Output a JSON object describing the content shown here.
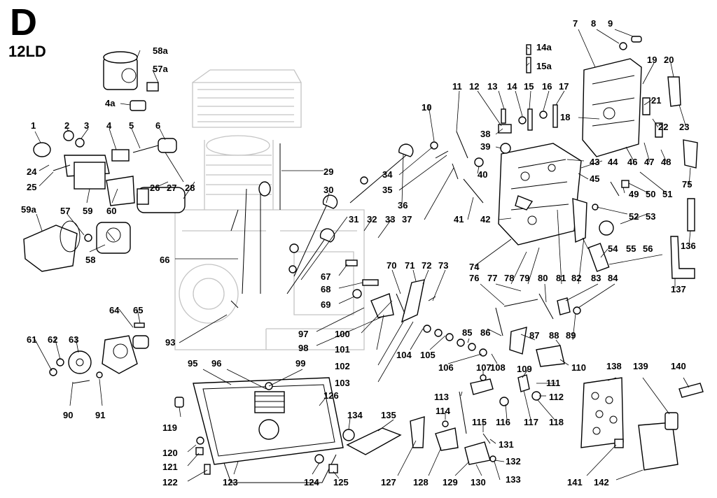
{
  "sheet": {
    "letter": "D",
    "model": "12LD"
  },
  "callouts": [
    {
      "id": "c-58a",
      "text": "58a"
    },
    {
      "id": "c-57a",
      "text": "57a"
    },
    {
      "id": "c-4a",
      "text": "4a"
    },
    {
      "id": "c-1",
      "text": "1"
    },
    {
      "id": "c-2",
      "text": "2"
    },
    {
      "id": "c-3",
      "text": "3"
    },
    {
      "id": "c-4",
      "text": "4"
    },
    {
      "id": "c-5",
      "text": "5"
    },
    {
      "id": "c-6",
      "text": "6"
    },
    {
      "id": "c-24",
      "text": "24"
    },
    {
      "id": "c-25",
      "text": "25"
    },
    {
      "id": "c-26",
      "text": "26"
    },
    {
      "id": "c-27",
      "text": "27"
    },
    {
      "id": "c-28",
      "text": "28"
    },
    {
      "id": "c-59",
      "text": "59"
    },
    {
      "id": "c-60",
      "text": "60"
    },
    {
      "id": "c-59a",
      "text": "59a"
    },
    {
      "id": "c-57",
      "text": "57"
    },
    {
      "id": "c-58",
      "text": "58"
    },
    {
      "id": "c-66",
      "text": "66"
    },
    {
      "id": "c-29",
      "text": "29"
    },
    {
      "id": "c-30",
      "text": "30"
    },
    {
      "id": "c-31",
      "text": "31"
    },
    {
      "id": "c-32",
      "text": "32"
    },
    {
      "id": "c-33",
      "text": "33"
    },
    {
      "id": "c-67",
      "text": "67"
    },
    {
      "id": "c-68",
      "text": "68"
    },
    {
      "id": "c-69",
      "text": "69"
    },
    {
      "id": "c-97",
      "text": "97"
    },
    {
      "id": "c-98",
      "text": "98"
    },
    {
      "id": "c-93",
      "text": "93"
    },
    {
      "id": "c-64",
      "text": "64"
    },
    {
      "id": "c-65",
      "text": "65"
    },
    {
      "id": "c-61",
      "text": "61"
    },
    {
      "id": "c-62",
      "text": "62"
    },
    {
      "id": "c-63",
      "text": "63"
    },
    {
      "id": "c-90",
      "text": "90"
    },
    {
      "id": "c-91",
      "text": "91"
    },
    {
      "id": "c-10",
      "text": "10"
    },
    {
      "id": "c-11",
      "text": "11"
    },
    {
      "id": "c-12",
      "text": "12"
    },
    {
      "id": "c-13",
      "text": "13"
    },
    {
      "id": "c-14",
      "text": "14"
    },
    {
      "id": "c-15",
      "text": "15"
    },
    {
      "id": "c-16",
      "text": "16"
    },
    {
      "id": "c-17",
      "text": "17"
    },
    {
      "id": "c-14a",
      "text": "14a"
    },
    {
      "id": "c-15a",
      "text": "15a"
    },
    {
      "id": "c-38",
      "text": "38"
    },
    {
      "id": "c-39",
      "text": "39"
    },
    {
      "id": "c-40",
      "text": "40"
    },
    {
      "id": "c-34",
      "text": "34"
    },
    {
      "id": "c-35",
      "text": "35"
    },
    {
      "id": "c-36",
      "text": "36"
    },
    {
      "id": "c-37",
      "text": "37"
    },
    {
      "id": "c-41",
      "text": "41"
    },
    {
      "id": "c-42",
      "text": "42"
    },
    {
      "id": "c-7",
      "text": "7"
    },
    {
      "id": "c-8",
      "text": "8"
    },
    {
      "id": "c-9",
      "text": "9"
    },
    {
      "id": "c-19",
      "text": "19"
    },
    {
      "id": "c-20",
      "text": "20"
    },
    {
      "id": "c-21",
      "text": "21"
    },
    {
      "id": "c-18",
      "text": "18"
    },
    {
      "id": "c-22",
      "text": "22"
    },
    {
      "id": "c-23",
      "text": "23"
    },
    {
      "id": "c-43",
      "text": "43"
    },
    {
      "id": "c-44",
      "text": "44"
    },
    {
      "id": "c-46",
      "text": "46"
    },
    {
      "id": "c-47",
      "text": "47"
    },
    {
      "id": "c-48",
      "text": "48"
    },
    {
      "id": "c-45",
      "text": "45"
    },
    {
      "id": "c-49",
      "text": "49"
    },
    {
      "id": "c-50",
      "text": "50"
    },
    {
      "id": "c-51",
      "text": "51"
    },
    {
      "id": "c-75",
      "text": "75"
    },
    {
      "id": "c-52",
      "text": "52"
    },
    {
      "id": "c-53",
      "text": "53"
    },
    {
      "id": "c-54",
      "text": "54"
    },
    {
      "id": "c-55",
      "text": "55"
    },
    {
      "id": "c-56",
      "text": "56"
    },
    {
      "id": "c-136",
      "text": "136"
    },
    {
      "id": "c-137",
      "text": "137"
    },
    {
      "id": "c-70",
      "text": "70"
    },
    {
      "id": "c-71",
      "text": "71"
    },
    {
      "id": "c-72",
      "text": "72"
    },
    {
      "id": "c-73",
      "text": "73"
    },
    {
      "id": "c-74",
      "text": "74"
    },
    {
      "id": "c-76",
      "text": "76"
    },
    {
      "id": "c-77",
      "text": "77"
    },
    {
      "id": "c-78",
      "text": "78"
    },
    {
      "id": "c-79",
      "text": "79"
    },
    {
      "id": "c-80",
      "text": "80"
    },
    {
      "id": "c-81",
      "text": "81"
    },
    {
      "id": "c-82",
      "text": "82"
    },
    {
      "id": "c-83",
      "text": "83"
    },
    {
      "id": "c-84",
      "text": "84"
    },
    {
      "id": "c-85",
      "text": "85"
    },
    {
      "id": "c-86",
      "text": "86"
    },
    {
      "id": "c-87",
      "text": "87"
    },
    {
      "id": "c-88",
      "text": "88"
    },
    {
      "id": "c-89",
      "text": "89"
    },
    {
      "id": "c-100",
      "text": "100"
    },
    {
      "id": "c-101",
      "text": "101"
    },
    {
      "id": "c-102",
      "text": "102"
    },
    {
      "id": "c-103",
      "text": "103"
    },
    {
      "id": "c-104",
      "text": "104"
    },
    {
      "id": "c-105",
      "text": "105"
    },
    {
      "id": "c-106",
      "text": "106"
    },
    {
      "id": "c-107",
      "text": "107"
    },
    {
      "id": "c-108",
      "text": "108"
    },
    {
      "id": "c-109",
      "text": "109"
    },
    {
      "id": "c-110",
      "text": "110"
    },
    {
      "id": "c-111",
      "text": "111"
    },
    {
      "id": "c-112",
      "text": "112"
    },
    {
      "id": "c-113",
      "text": "113"
    },
    {
      "id": "c-114",
      "text": "114"
    },
    {
      "id": "c-115",
      "text": "115"
    },
    {
      "id": "c-116",
      "text": "116"
    },
    {
      "id": "c-117",
      "text": "117"
    },
    {
      "id": "c-118",
      "text": "118"
    },
    {
      "id": "c-95",
      "text": "95"
    },
    {
      "id": "c-96",
      "text": "96"
    },
    {
      "id": "c-99",
      "text": "99"
    },
    {
      "id": "c-126",
      "text": "126"
    },
    {
      "id": "c-119",
      "text": "119"
    },
    {
      "id": "c-120",
      "text": "120"
    },
    {
      "id": "c-121",
      "text": "121"
    },
    {
      "id": "c-122",
      "text": "122"
    },
    {
      "id": "c-123",
      "text": "123"
    },
    {
      "id": "c-124",
      "text": "124"
    },
    {
      "id": "c-125",
      "text": "125"
    },
    {
      "id": "c-134",
      "text": "134"
    },
    {
      "id": "c-135",
      "text": "135"
    },
    {
      "id": "c-127",
      "text": "127"
    },
    {
      "id": "c-128",
      "text": "128"
    },
    {
      "id": "c-129",
      "text": "129"
    },
    {
      "id": "c-130",
      "text": "130"
    },
    {
      "id": "c-131",
      "text": "131"
    },
    {
      "id": "c-132",
      "text": "132"
    },
    {
      "id": "c-133",
      "text": "133"
    },
    {
      "id": "c-138",
      "text": "138"
    },
    {
      "id": "c-139",
      "text": "139"
    },
    {
      "id": "c-140",
      "text": "140"
    },
    {
      "id": "c-141",
      "text": "141"
    },
    {
      "id": "c-142",
      "text": "142"
    }
  ]
}
